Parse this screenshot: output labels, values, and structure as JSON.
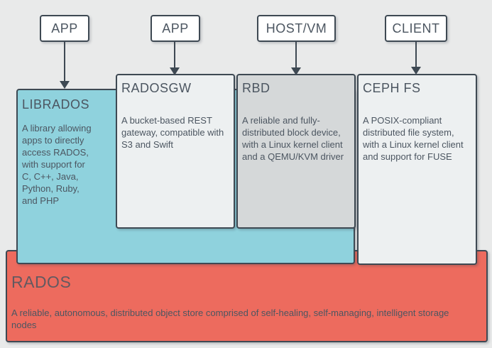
{
  "diagram": {
    "top_nodes": [
      {
        "label": "APP"
      },
      {
        "label": "APP"
      },
      {
        "label": "HOST/VM"
      },
      {
        "label": "CLIENT"
      }
    ],
    "components": {
      "librados": {
        "title": "LIBRADOS",
        "description": "A library allowing\napps to directly\naccess RADOS,\nwith support for\nC, C++, Java,\nPython, Ruby,\nand PHP",
        "color": "#8fd2dd"
      },
      "radosgw": {
        "title": "RADOSGW",
        "description": "A bucket-based REST\ngateway, compatible with\nS3 and Swift",
        "color": "#edf0f1"
      },
      "rbd": {
        "title": "RBD",
        "description": "A reliable and fully-\ndistributed block device,\nwith a Linux kernel client\nand a QEMU/KVM driver",
        "color": "#d5d8d9"
      },
      "cephfs": {
        "title": "CEPH FS",
        "description": "A POSIX-compliant\ndistributed file system,\nwith a Linux kernel client\nand support for FUSE",
        "color": "#edf0f1"
      },
      "rados": {
        "title": "RADOS",
        "description": "A reliable, autonomous, distributed object store comprised of self-healing, self-managing, intelligent storage\nnodes",
        "color": "#ed6b5e"
      }
    },
    "style_colors": {
      "outline": "#3e4953",
      "text": "#4c5661",
      "background": "#e9eaea",
      "node_fill": "#ffffff"
    }
  }
}
